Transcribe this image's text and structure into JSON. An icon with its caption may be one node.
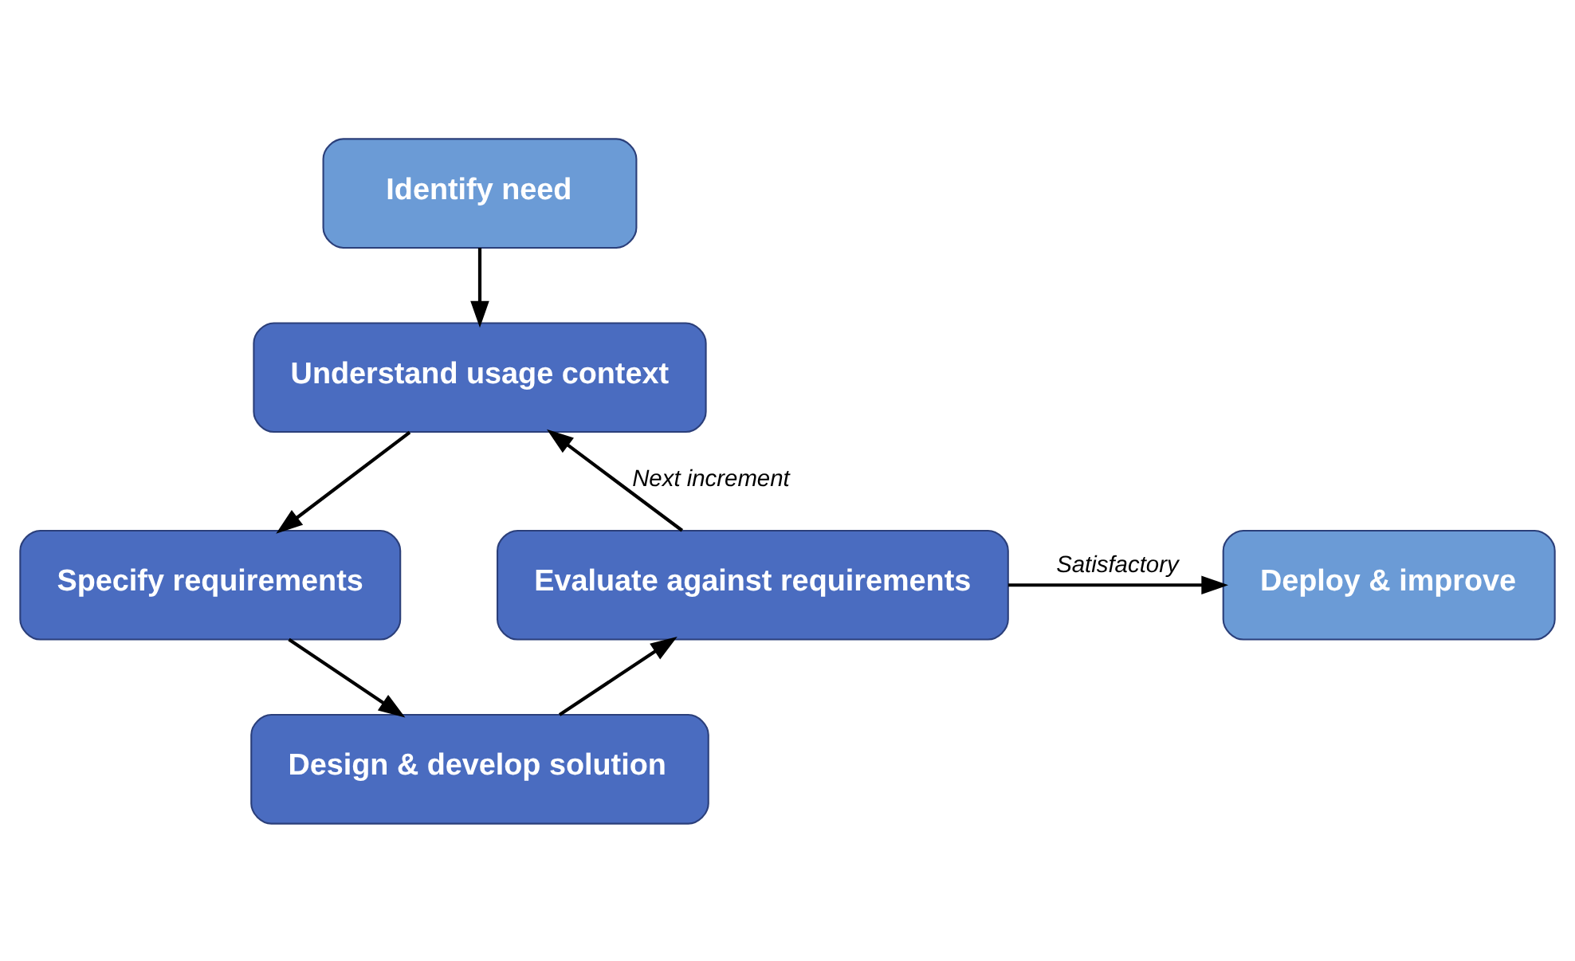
{
  "diagram": {
    "nodes": [
      {
        "text": [
          "Identify need"
        ]
      },
      {
        "text": [
          "Understand usage context"
        ]
      },
      {
        "text": [
          "Specify requirements"
        ]
      },
      {
        "text": [
          "Design & develop solution"
        ]
      },
      {
        "text": [
          "Evaluate against requirements"
        ]
      },
      {
        "text": [
          "Deploy & improve"
        ]
      }
    ],
    "edges": [
      {
        "from": 0,
        "to": 1,
        "arrow": "to"
      },
      {
        "from": 1,
        "to": 2,
        "arrow": "to"
      },
      {
        "from": 2,
        "to": 3,
        "arrow": "to"
      },
      {
        "from": 3,
        "to": 4,
        "arrow": "to"
      },
      {
        "from": 4,
        "to": 1,
        "arrow": "to",
        "label": "Next increment"
      },
      {
        "from": 4,
        "to": 5,
        "arrow": "to",
        "label": "Satisfactory"
      }
    ]
  }
}
